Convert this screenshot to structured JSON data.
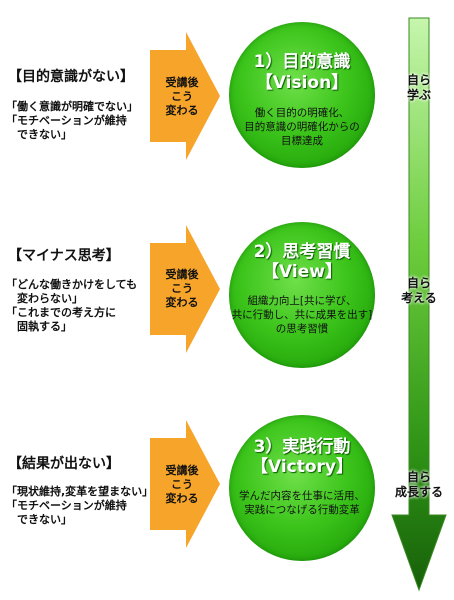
{
  "rows": [
    {
      "problem_title": "【目的意識がない】",
      "problem_desc": "「働く意識が明確でない」\n「モチベーションが維持\n　できない」",
      "arrow_label": "受講後\nこう\n変わる",
      "circle_title": "1）目的意識",
      "circle_sub": "【Vision】",
      "circle_desc": "働く目的の明確化、\n目的意識の明確化からの\n目標達成"
    },
    {
      "problem_title": "【マイナス思考】",
      "problem_desc": "「どんな働きかけをしても\n　変わらない」\n「これまでの考え方に\n　固執する」",
      "arrow_label": "受講後\nこう\n変わる",
      "circle_title": "2）思考習慣",
      "circle_sub": "【View】",
      "circle_desc": "組織力向上[共に学び、\n共に行動し、共に成果を出す]\nの思考習慣"
    },
    {
      "problem_title": "【結果が出ない】",
      "problem_desc": "「現状維持,変革を望まない」\n「モチベーションが維持\n　できない」",
      "arrow_label": "受講後\nこう\n変わる",
      "circle_title": "3）実践行動",
      "circle_sub": "【Victory】",
      "circle_desc": "学んだ内容を仕事に活用、\n実践につなげる行動変革"
    }
  ],
  "side_labels": [
    "自ら\n学ぶ",
    "自ら\n考える",
    "自ら\n成長する"
  ],
  "colors": {
    "arrow_orange": "#f7a52a",
    "circle_green": "#3cc41b",
    "side_arrow_top": "#b8f29a",
    "side_arrow_bottom": "#1f7a0c"
  }
}
